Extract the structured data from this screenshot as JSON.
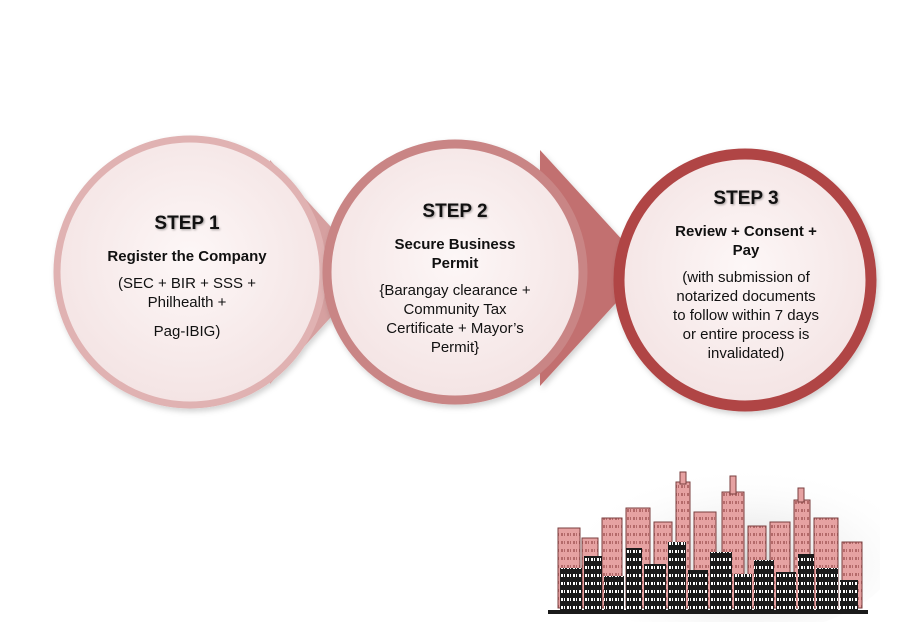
{
  "steps": [
    {
      "title": "STEP 1",
      "heading": "Register the Company",
      "detail_lines": [
        "(SEC + BIR + SSS +",
        "Philhealth +",
        "Pag-IBIG)"
      ]
    },
    {
      "title": "STEP 2",
      "heading_lines": [
        "Secure Business",
        "Permit"
      ],
      "detail_lines": [
        "{Barangay clearance +",
        "Community Tax",
        "Certificate + Mayor’s",
        "Permit}"
      ]
    },
    {
      "title": "STEP 3",
      "heading_lines": [
        "Review + Consent +",
        "Pay"
      ],
      "detail_lines": [
        "(with submission of",
        "notarized documents",
        "to follow within 7 days",
        "or entire process is",
        "invalidated)"
      ]
    }
  ],
  "colors": {
    "circle_fill": "#f8ecec",
    "step1_border": "#e0b2b2",
    "step2_border": "#c98585",
    "step3_border": "#b04545",
    "arrow1": "#d6a0a0",
    "arrow2": "#c27070",
    "skyline_pink": "#e6a2a2",
    "skyline_dark": "#1a1a1a"
  },
  "decorations": {
    "skyline_icon": "city-skyline-icon"
  }
}
